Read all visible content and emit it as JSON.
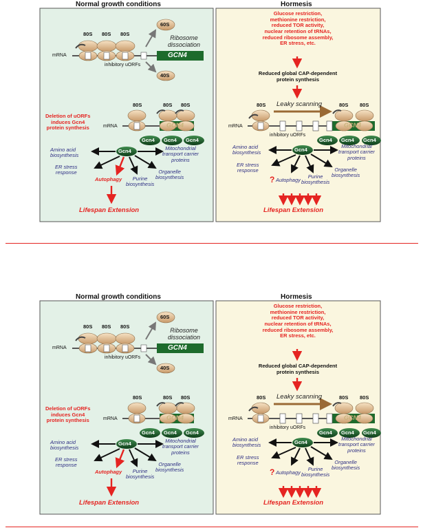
{
  "panel_left": {
    "title": "Normal growth conditions",
    "ribosome_label": "80S",
    "subunit_60": "60S",
    "subunit_40": "40S",
    "ribosome_dissociation": "Ribosome\ndissociation",
    "mrna": "mRNA",
    "gene": "GCN4",
    "uorfs": "inhibitory uORFs",
    "deletion_text": "Deletion of uORFs\ninduces Gcn4\nprotein synthesis"
  },
  "panel_right": {
    "title": "Hormesis",
    "causes": "Glucose restriction,\nmethionine restriction,\nreduced TOR activity,\nnuclear retention of tRNAs,\nreduced ribosome assembly,\nER stress, etc.",
    "reduced": "Reduced global CAP-dependent\nprotein synthesis",
    "leaky": "Leaky scanning",
    "question": "?"
  },
  "shared": {
    "gcn4_protein": "Gcn4",
    "amino_acid": "Amino acid\nbiosynthesis",
    "er_stress": "ER stress\nresponse",
    "autophagy": "Autophagy",
    "purine": "Purine\nbiosynthesis",
    "organelle": "Organelle\nbiosynthesis",
    "mito": "Mitochondrial\ntransport carrier\nproteins",
    "lifespan": "Lifespan Extension"
  },
  "colors": {
    "left_panel_bg": "#e3f1e7",
    "right_panel_bg": "#faf6df",
    "red": "#e52421",
    "dark_green": "#1d6b2c",
    "navy": "#2d2e83"
  }
}
